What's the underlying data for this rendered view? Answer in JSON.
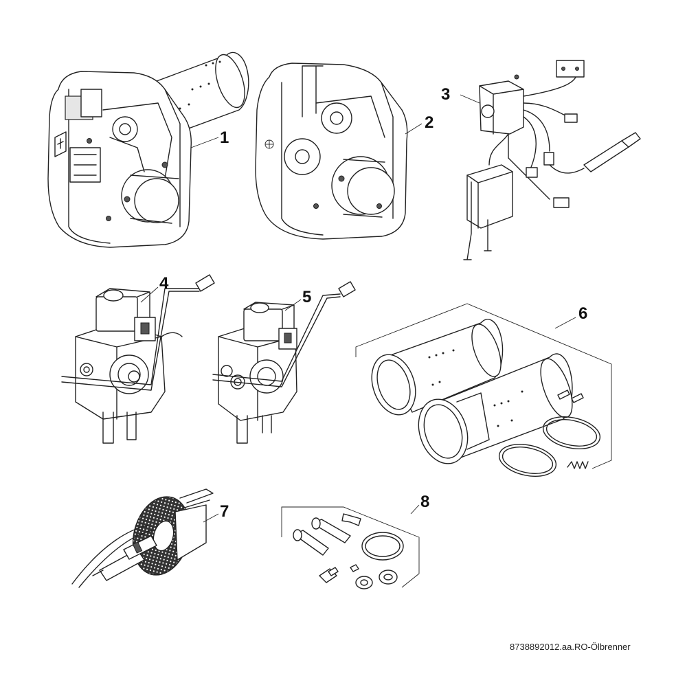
{
  "callouts": {
    "c1": "1",
    "c2": "2",
    "c3": "3",
    "c4": "4",
    "c5": "5",
    "c6": "6",
    "c7": "7",
    "c8": "8"
  },
  "reference_code": "8738892012.aa.RO-Ölbrenner",
  "icons": [
    "burner-1",
    "burner-2",
    "wiring-harness",
    "oil-pump-4",
    "oil-pump-5",
    "flame-tube-kit",
    "ignition-electrode",
    "small-parts-kit"
  ]
}
